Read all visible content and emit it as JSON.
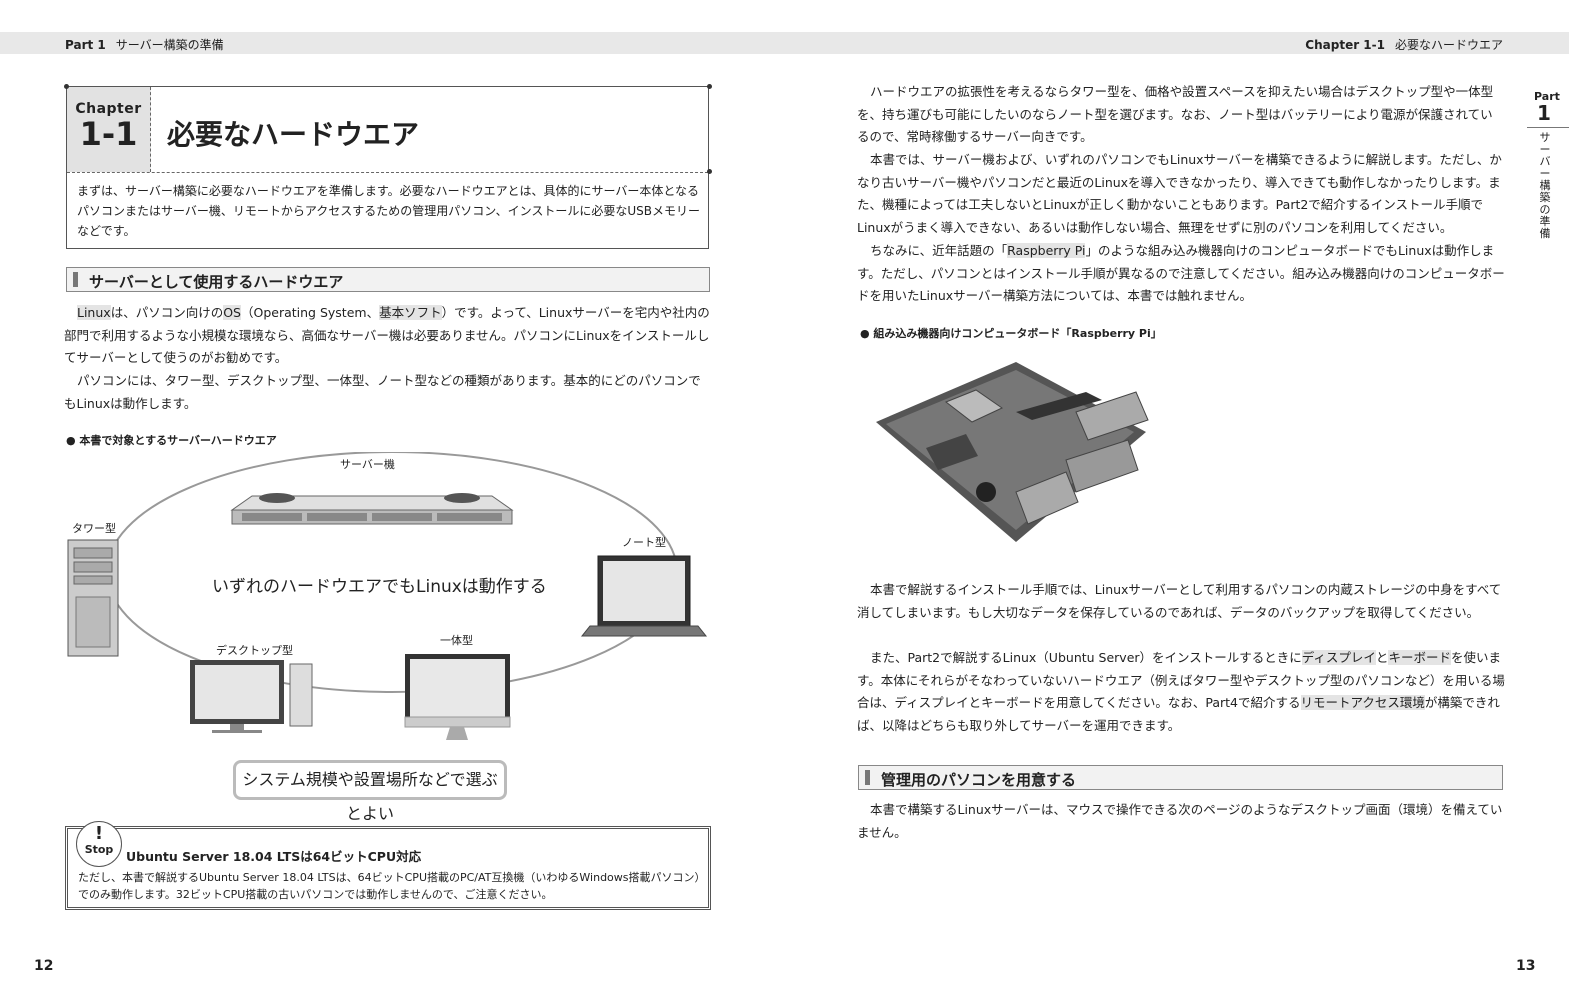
{
  "header": {
    "left_part": "Part 1",
    "left_title": "サーバー構築の準備",
    "right_chapter": "Chapter 1-1",
    "right_title": "必要なハードウエア"
  },
  "chapter": {
    "label": "Chapter",
    "number": "1-1",
    "title": "必要なハードウエア",
    "intro": "まずは、サーバー構築に必要なハードウエアを準備します。必要なハードウエアとは、具体的にサーバー本体となるパソコンまたはサーバー機、リモートからアクセスするための管理用パソコン、インストールに必要なUSBメモリーなどです。"
  },
  "section1": {
    "heading": "サーバーとして使用するハードウエア",
    "p1": {
      "a": "Linux",
      "b": "は、パソコン向けの",
      "c": "OS",
      "d": "（Operating System、",
      "e": "基本ソフト",
      "f": "）です。よって、Linuxサーバーを宅内や社内の部門で利用するような小規模な環境なら、高価なサーバー機は必要ありません。パソコンにLinuxをインストールしてサーバーとして使うのがお勧めです。"
    },
    "p2": "パソコンには、タワー型、デスクトップ型、一体型、ノート型などの種類があります。基本的にどのパソコンでもLinuxは動作します。"
  },
  "figure1": {
    "caption": "● 本書で対象とするサーバーハードウエア",
    "server_label": "サーバー機",
    "tower_label": "タワー型",
    "laptop_label": "ノート型",
    "desktop_label": "デスクトップ型",
    "aio_label": "一体型",
    "center_text": "いずれのハードウエアでもLinuxは動作する",
    "bottom_text": "システム規模や設置場所などで選ぶとよい"
  },
  "stop": {
    "icon_mark": "!",
    "icon_text": "Stop",
    "title": "Ubuntu Server 18.04 LTSは64ビットCPU対応",
    "text": "ただし、本書で解説するUbuntu Server 18.04 LTSは、64ビットCPU搭載のPC/AT互換機（いわゆるWindows搭載パソコン）でのみ動作します。32ビットCPU搭載の古いパソコンでは動作しませんので、ご注意ください。"
  },
  "right": {
    "p1": "ハードウエアの拡張性を考えるならタワー型を、価格や設置スペースを抑えたい場合はデスクトップ型や一体型を、持ち運びも可能にしたいのならノート型を選びます。なお、ノート型はバッテリーにより電源が保護されているので、常時稼働するサーバー向きです。",
    "p2": "本書では、サーバー機および、いずれのパソコンでもLinuxサーバーを構築できるように解説します。ただし、かなり古いサーバー機やパソコンだと最近のLinuxを導入できなかったり、導入できても動作しなかったりします。また、機種によっては工夫しないとLinuxが正しく動かないこともあります。Part2で紹介するインストール手順でLinuxがうまく導入できない、あるいは動作しない場合、無理をせずに別のパソコンを利用してください。",
    "p3": {
      "a": "ちなみに、近年話題の「",
      "b": "Raspberry Pi",
      "c": "」のような組み込み機器向けのコンピュータボードでもLinuxは動作します。ただし、パソコンとはインストール手順が異なるので注意してください。組み込み機器向けのコンピュータボードを用いたLinuxサーバー構築方法については、本書では触れません。"
    },
    "photo_caption": "● 組み込み機器向けコンピュータボード「Raspberry Pi」",
    "p4": "本書で解説するインストール手順では、Linuxサーバーとして利用するパソコンの内蔵ストレージの中身をすべて消してしまいます。もし大切なデータを保存しているのであれば、データのバックアップを取得してください。",
    "p5": {
      "a": "また、Part2で解説するLinux（Ubuntu Server）をインストールするときに",
      "b": "ディスプレイ",
      "c": "と",
      "d": "キーボード",
      "e": "を使います。本体にそれらがそなわっていないハードウエア（例えばタワー型やデスクトップ型のパソコンなど）を用いる場合は、ディスプレイとキーボードを用意してください。なお、Part4で紹介する",
      "f": "リモートアクセス環境",
      "g": "が構築できれば、以降はどちらも取り外してサーバーを運用できます。"
    },
    "section2_heading": "管理用のパソコンを用意する",
    "p6": "本書で構築するLinuxサーバーは、マウスで操作できる次のページのようなデスクトップ画面（環境）を備えていません。"
  },
  "side_tab": {
    "part": "Part",
    "number": "1",
    "text": "サーバー構築の準備"
  },
  "page_numbers": {
    "left": "12",
    "right": "13"
  }
}
